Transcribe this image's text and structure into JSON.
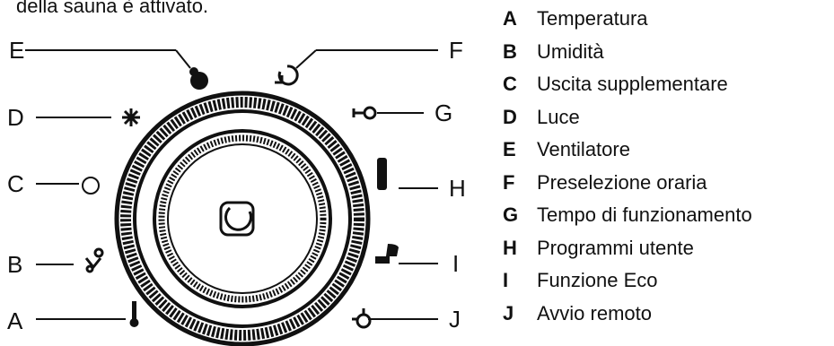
{
  "caption": "della sauna è attivato.",
  "callouts": [
    "A",
    "B",
    "C",
    "D",
    "E",
    "F",
    "G",
    "H",
    "I",
    "J"
  ],
  "legend": [
    {
      "key": "A",
      "label": "Temperatura",
      "icon": "thermometer-icon"
    },
    {
      "key": "B",
      "label": "Umidità",
      "icon": "humidity-icon"
    },
    {
      "key": "C",
      "label": "Uscita supplementare",
      "icon": "circle-outline-icon"
    },
    {
      "key": "D",
      "label": "Luce",
      "icon": "light-icon"
    },
    {
      "key": "E",
      "label": "Ventilatore",
      "icon": "fan-icon"
    },
    {
      "key": "F",
      "label": "Preselezione oraria",
      "icon": "clock-icon"
    },
    {
      "key": "G",
      "label": "Tempo di funzionamento",
      "icon": "key-icon"
    },
    {
      "key": "H",
      "label": "Programmi utente",
      "icon": "user-icon"
    },
    {
      "key": "I",
      "label": "Funzione Eco",
      "icon": "eco-icon"
    },
    {
      "key": "J",
      "label": "Avvio remoto",
      "icon": "remote-icon"
    }
  ]
}
